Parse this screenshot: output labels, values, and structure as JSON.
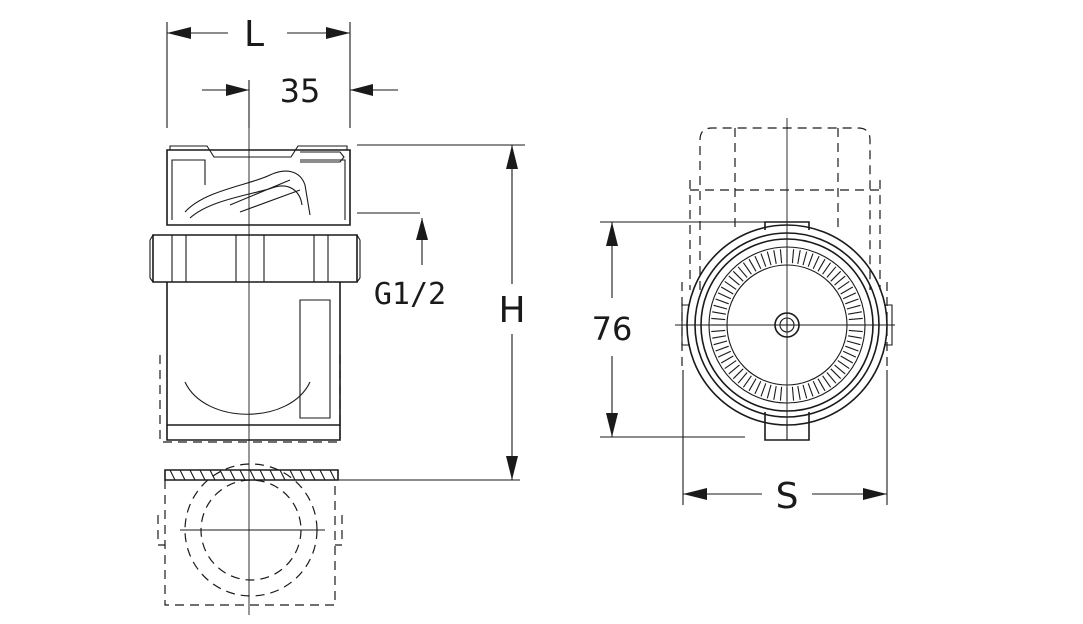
{
  "dimensions": {
    "L": "L",
    "d35": "35",
    "G": "G1/2",
    "H": "H",
    "d76": "76",
    "S": "S"
  },
  "colors": {
    "line": "#1a1a1a",
    "background": "#ffffff"
  }
}
